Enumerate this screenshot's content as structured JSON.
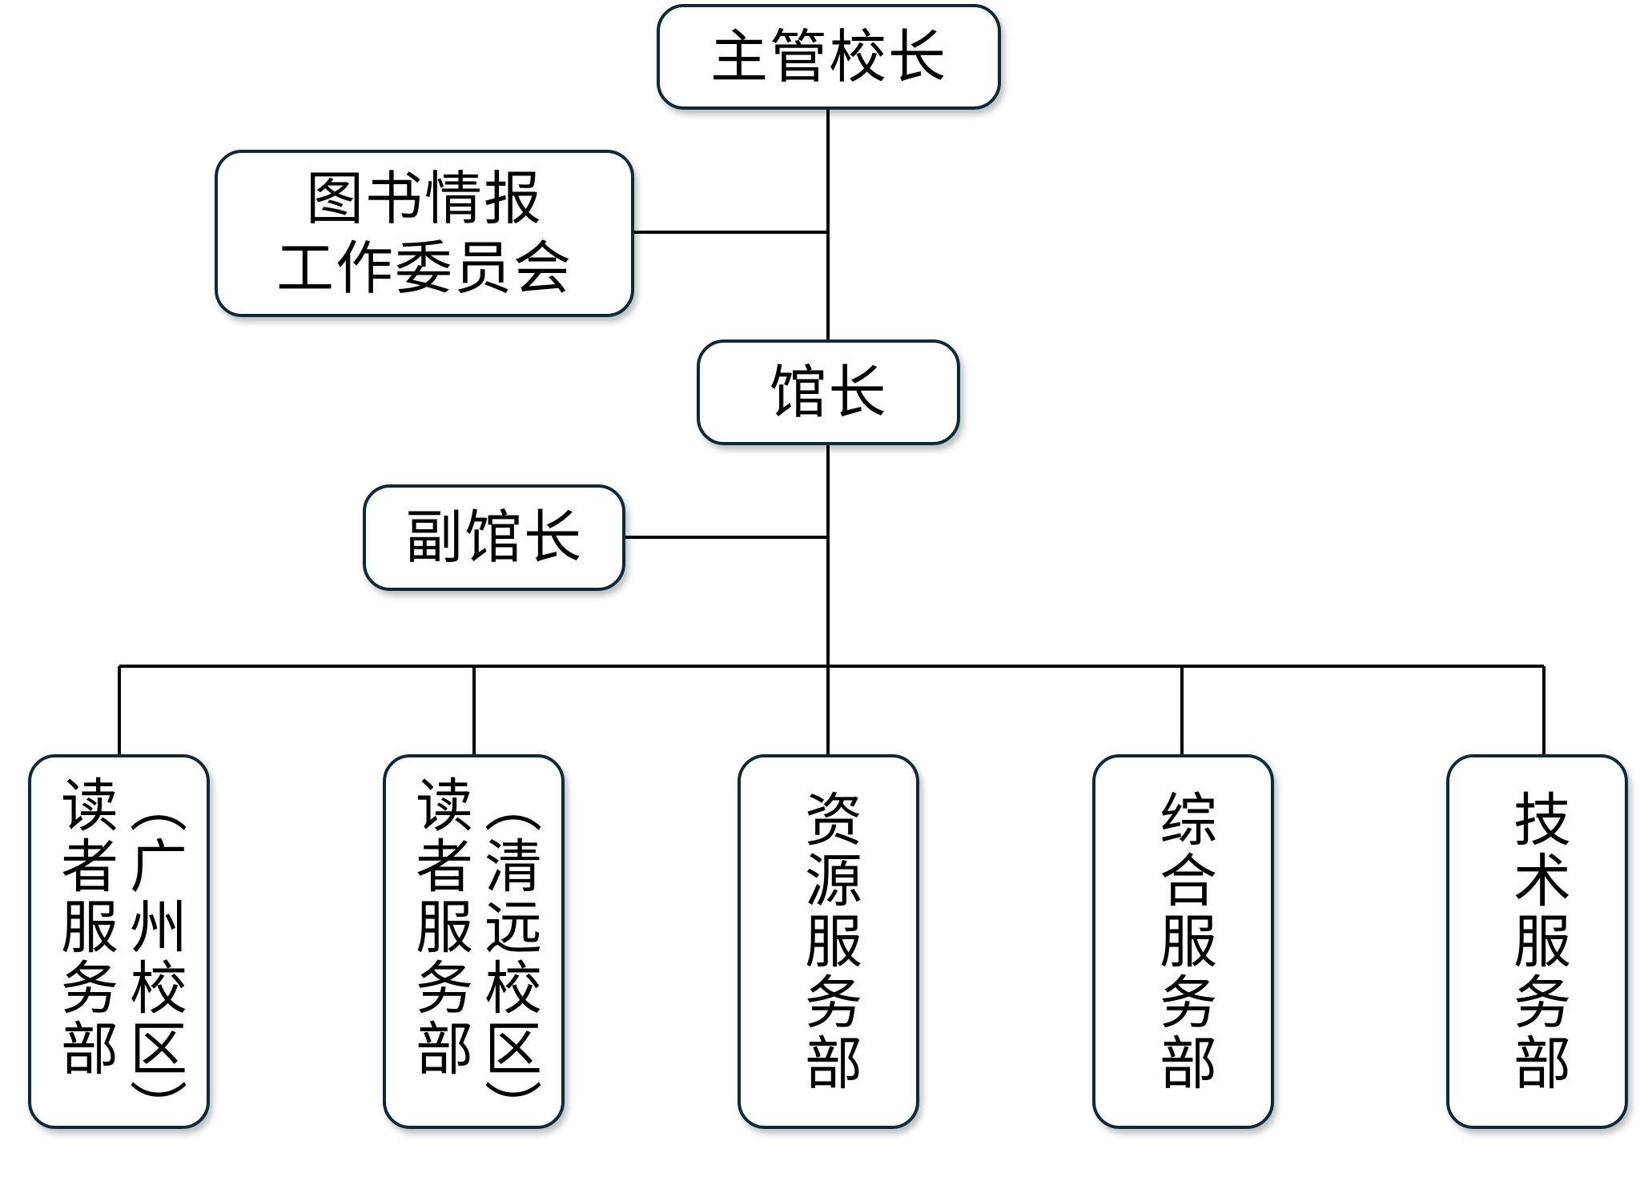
{
  "top": {
    "label": "主管校长"
  },
  "committee": {
    "line1": "图书情报",
    "line2": "工作委员会"
  },
  "director": {
    "label": "馆长"
  },
  "deputy": {
    "label": "副馆长"
  },
  "departments": [
    {
      "main": "读者服务部",
      "sub": "（广州校区）"
    },
    {
      "main": "读者服务部",
      "sub": "（清远校区）"
    },
    {
      "main": "资源服务部"
    },
    {
      "main": "综合服务部"
    },
    {
      "main": "技术服务部"
    }
  ],
  "colors": {
    "border": "#0d2a3a",
    "line": "#000000"
  }
}
